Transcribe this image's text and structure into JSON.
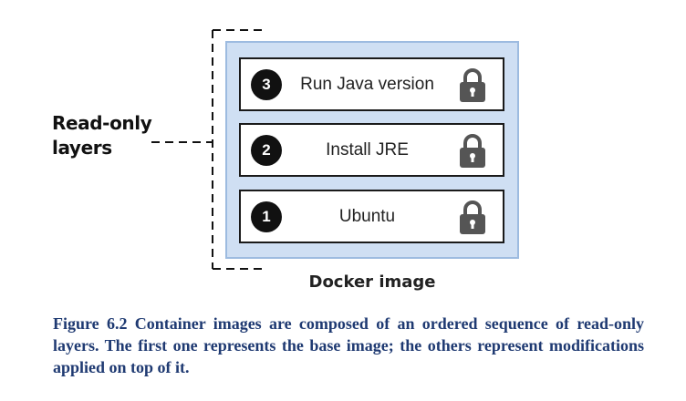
{
  "diagram": {
    "side_label_line1": "Read-only",
    "side_label_line2": "layers",
    "image_label": "Docker image",
    "layers": [
      {
        "number": "3",
        "label": "Run Java version",
        "icon": "lock-icon"
      },
      {
        "number": "2",
        "label": "Install JRE",
        "icon": "lock-icon"
      },
      {
        "number": "1",
        "label": "Ubuntu",
        "icon": "lock-icon"
      }
    ],
    "colors": {
      "container_fill": "#cfdff3",
      "container_border": "#9dbbe0",
      "lock": "#555555",
      "caption": "#1f3a72"
    }
  },
  "caption": "Figure 6.2 Container images are composed of an ordered sequence of read-only layers. The first one represents the base image; the others represent modifications applied on top of it."
}
